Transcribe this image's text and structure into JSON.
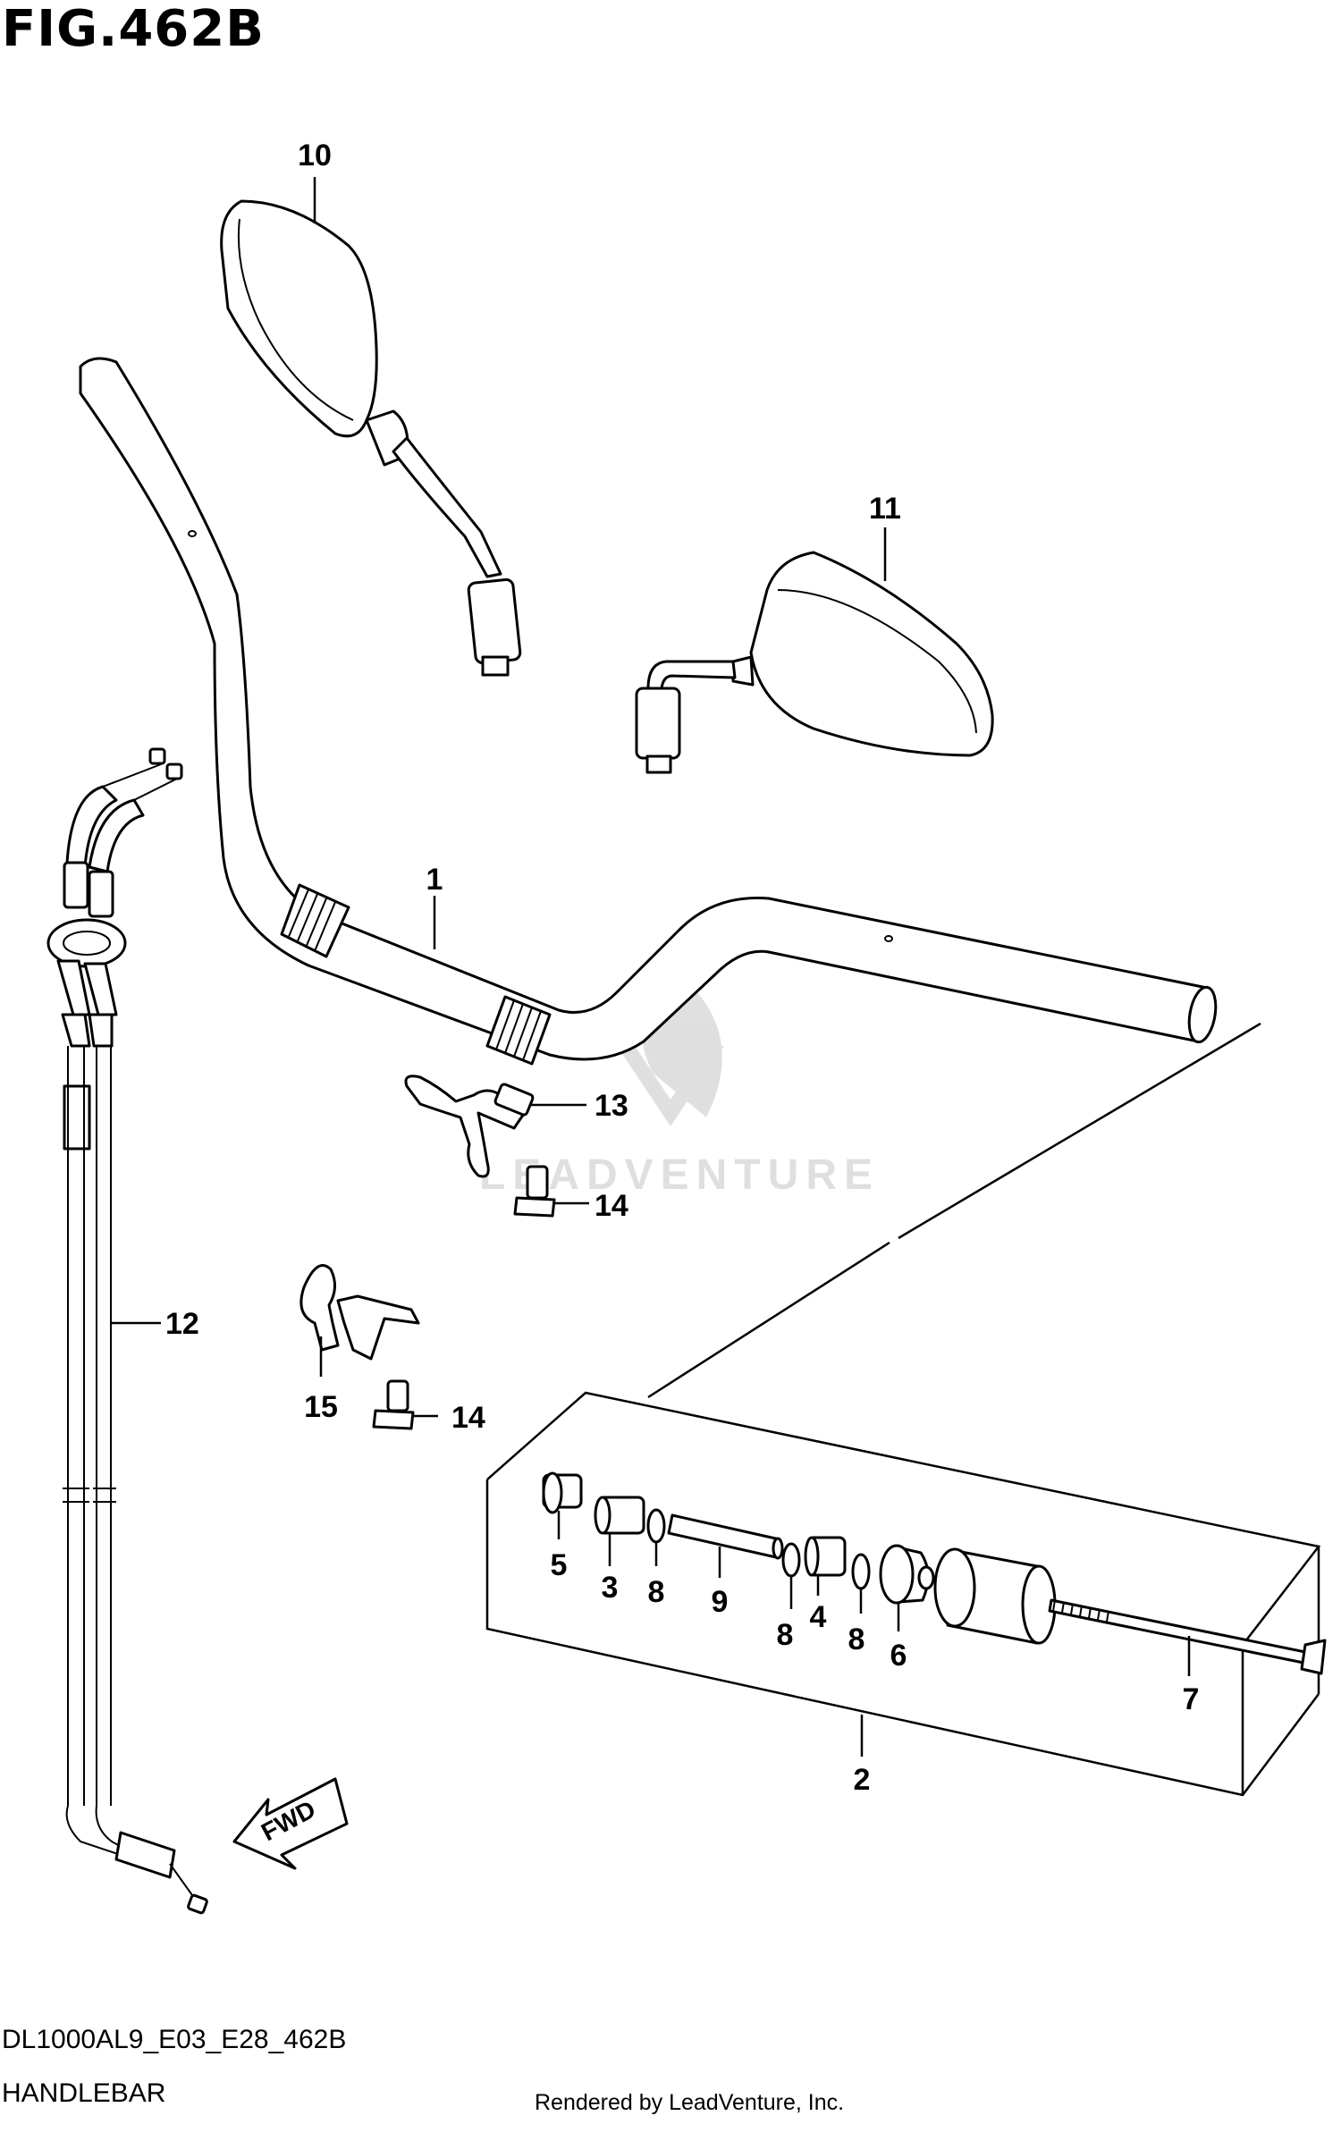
{
  "figure": {
    "title": "FIG.462B",
    "model_code": "DL1000AL9_E03_E28_462B",
    "section_name": "HANDLEBAR",
    "credit": "Rendered by LeadVenture, Inc.",
    "watermark": "LEADVENTURE"
  },
  "direction_indicator": {
    "label": "FWD"
  },
  "callouts": {
    "c1": "1",
    "c2": "2",
    "c3": "3",
    "c4": "4",
    "c5": "5",
    "c6": "6",
    "c7": "7",
    "c8a": "8",
    "c8b": "8",
    "c8c": "8",
    "c9": "9",
    "c10": "10",
    "c11": "11",
    "c12": "12",
    "c13": "13",
    "c14a": "14",
    "c14b": "14",
    "c15": "15"
  }
}
